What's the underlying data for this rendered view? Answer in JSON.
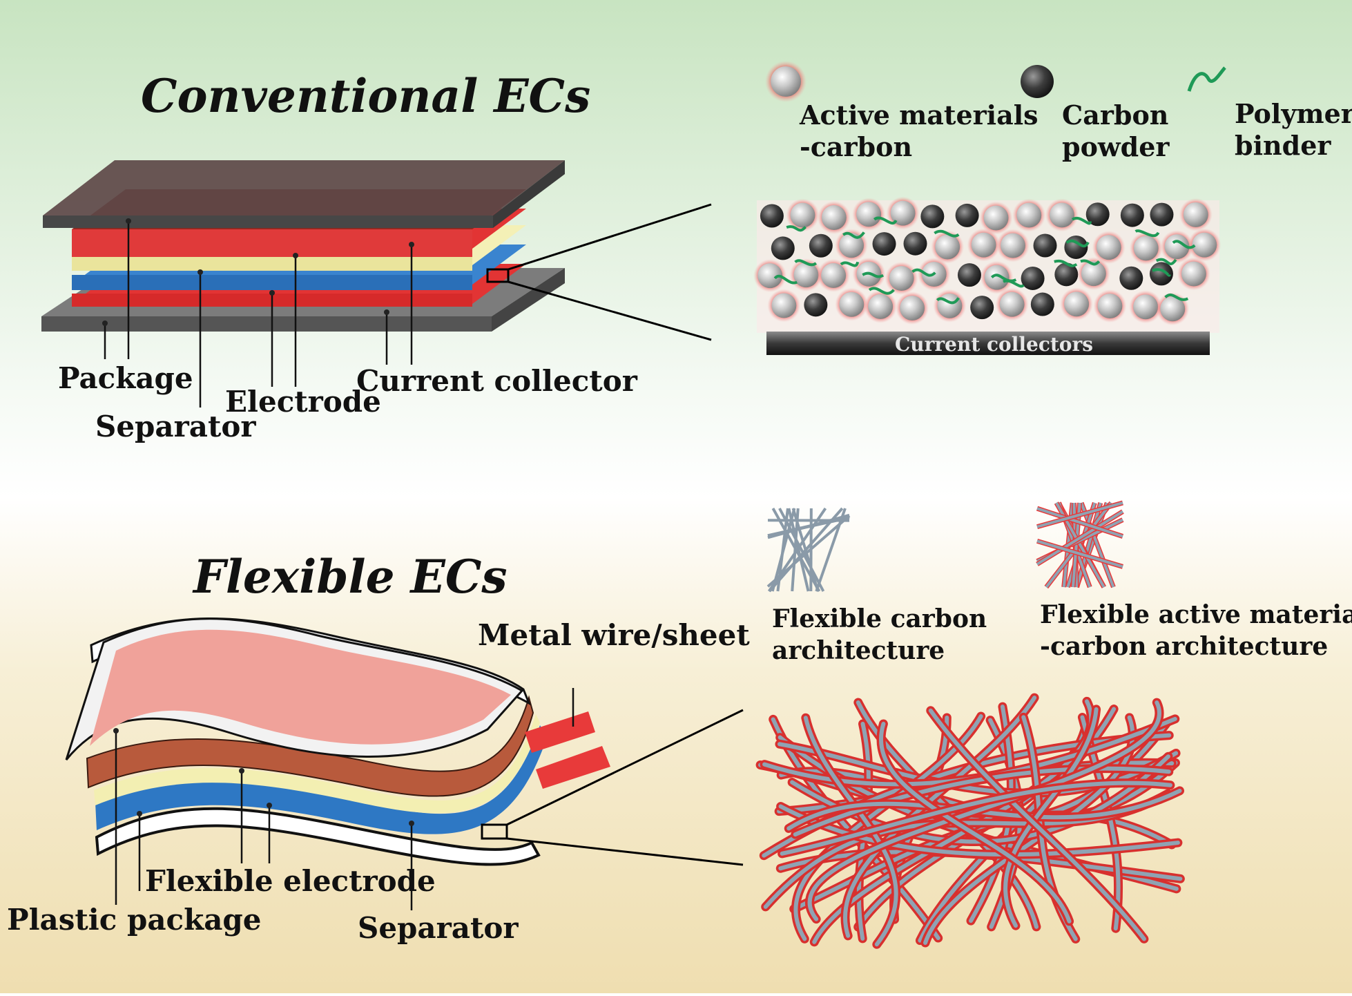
{
  "titles": {
    "conventional": "Conventional ECs",
    "flexible": "Flexible ECs"
  },
  "conventional": {
    "labels": {
      "package": "Package",
      "separator": "Separator",
      "electrode": "Electrode",
      "current_collector": "Current collector"
    },
    "legend": {
      "active_materials_line1": "Active materials",
      "active_materials_line2": "-carbon",
      "carbon_powder_line1": "Carbon",
      "carbon_powder_line2": "powder",
      "polymer_binder_line1": "Polymer",
      "polymer_binder_line2": "binder"
    },
    "zoom_bar_label": "Current  collectors"
  },
  "flexible": {
    "labels": {
      "metal_wire": "Metal wire/sheet",
      "flexible_electrode": "Flexible electrode",
      "plastic_package": "Plastic package",
      "separator": "Separator"
    },
    "legend": {
      "carbon_arch_line1": "Flexible  carbon",
      "carbon_arch_line2": "architecture",
      "active_arch_line1": "Flexible  active materials",
      "active_arch_line2": "-carbon architecture"
    }
  },
  "colors": {
    "top_gradient": "#cfe7c8",
    "bottom_gradient": "#f1e2b5",
    "package": "#5e5e5e",
    "current_collector": "#e83a3a",
    "electrode_dark": "#8a2a22",
    "separator": "#f3efb2",
    "blue_layer": "#2e78c4",
    "flex_pink": "#f0a29a",
    "fiber_gray": "#8a9aa8",
    "binder_green": "#1f9a57"
  }
}
